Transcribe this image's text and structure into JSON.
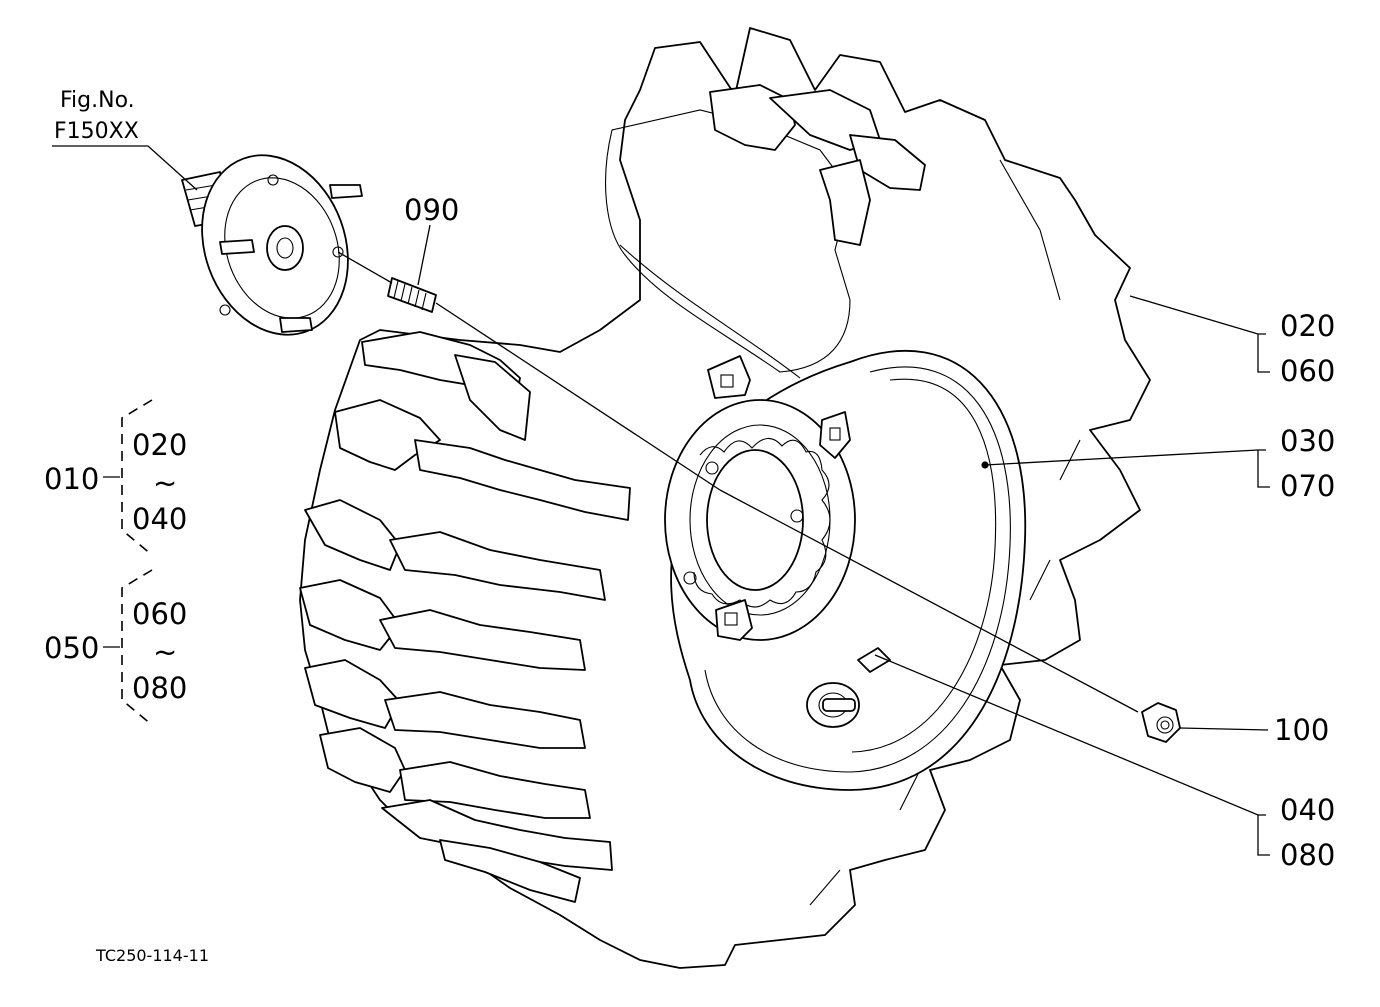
{
  "figure": {
    "ref_title": "Fig.No.",
    "ref_number": "F150XX",
    "drawing_code": "TC250-114-11"
  },
  "callouts": {
    "p090": "090",
    "p020": "020",
    "p060": "060",
    "p030": "030",
    "p070": "070",
    "p100": "100",
    "p040": "040",
    "p080": "080"
  },
  "groups": [
    {
      "id": "010",
      "from": "020",
      "tilde": "~",
      "to": "040"
    },
    {
      "id": "050",
      "from": "060",
      "tilde": "~",
      "to": "080"
    }
  ],
  "icons": [
    "hub-flange-icon",
    "stud-bolt-icon",
    "tractor-tire-icon",
    "wheel-rim-icon",
    "valve-icon",
    "wheel-nut-icon"
  ]
}
